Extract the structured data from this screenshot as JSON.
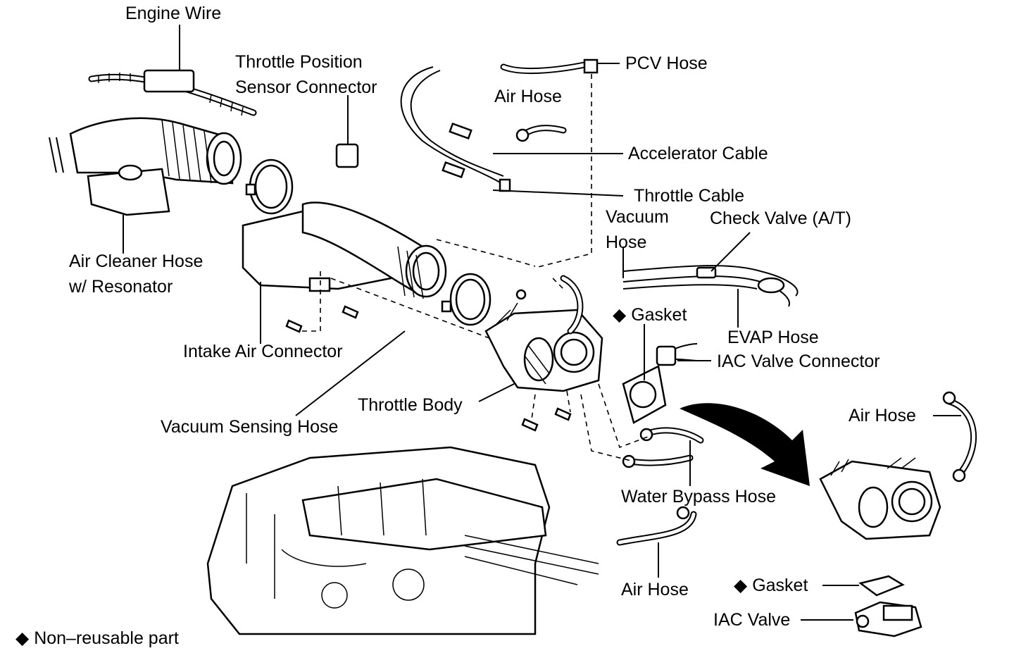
{
  "labels": {
    "engine_wire": "Engine Wire",
    "tps_connector_line1": "Throttle Position",
    "tps_connector_line2": "Sensor Connector",
    "pcv_hose": "PCV Hose",
    "air_hose_top": "Air Hose",
    "accelerator_cable": "Accelerator Cable",
    "throttle_cable": "Throttle Cable",
    "vacuum_hose_line1": "Vacuum",
    "vacuum_hose_line2": "Hose",
    "check_valve": "Check Valve (A/T)",
    "air_cleaner_hose_line1": "Air Cleaner Hose",
    "air_cleaner_hose_line2": "w/ Resonator",
    "gasket_top": "Gasket",
    "evap_hose": "EVAP Hose",
    "iac_valve_connector": "IAC Valve Connector",
    "intake_air_connector": "Intake Air Connector",
    "throttle_body": "Throttle Body",
    "vacuum_sensing_hose": "Vacuum Sensing Hose",
    "air_hose_right": "Air Hose",
    "water_bypass_hose": "Water Bypass Hose",
    "air_hose_bottom": "Air Hose",
    "gasket_bottom": "Gasket",
    "iac_valve": "IAC Valve",
    "legend_text": "Non–reusable part"
  },
  "symbols": {
    "non_reusable_marker": "◆"
  },
  "colors": {
    "ink": "#000000",
    "paper": "#ffffff"
  }
}
